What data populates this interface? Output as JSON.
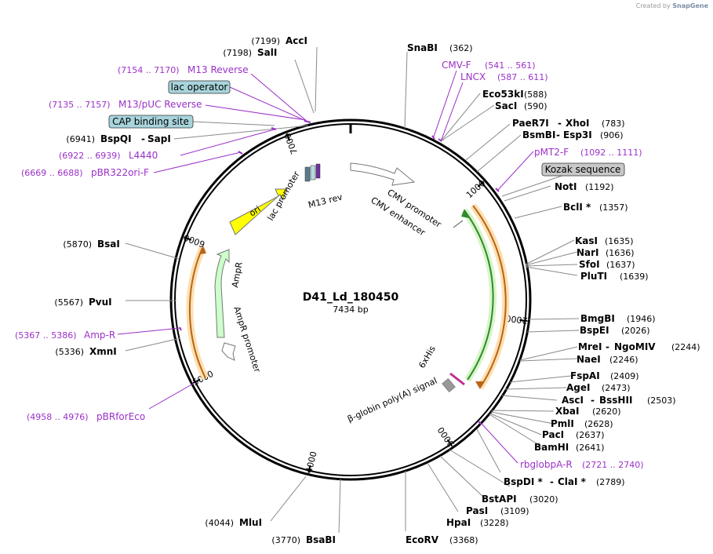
{
  "watermark": {
    "prefix": "Created by",
    "brand": "SnapGene"
  },
  "plasmid": {
    "name": "D41_Ld_180450",
    "size_label": "7434 bp",
    "total_bp": 7434
  },
  "colors": {
    "site_label": "#000000",
    "primer": "#9b30c8",
    "leader": "#8a8a8a",
    "backbone": "#000000"
  },
  "ticks": [
    {
      "bp": 1000,
      "label": "1000"
    },
    {
      "bp": 2000,
      "label": "2000"
    },
    {
      "bp": 3000,
      "label": "3000"
    },
    {
      "bp": 4000,
      "label": "4000"
    },
    {
      "bp": 5000,
      "label": "5000"
    },
    {
      "bp": 6000,
      "label": "6000"
    },
    {
      "bp": 7000,
      "label": "7000"
    }
  ],
  "features": [
    {
      "name": "ori",
      "label": "ori",
      "start": 6100,
      "end": 6680,
      "color": "#ffff00",
      "ring": 0.78,
      "dir": 1
    },
    {
      "name": "AmpR",
      "label": "AmpR",
      "start": 5200,
      "end": 6000,
      "color": "#ccffcc",
      "ring": 0.78,
      "dir": -1
    },
    {
      "name": "AmpR promoter",
      "label": "AmpR promoter",
      "start": 5100,
      "end": 5180,
      "color": "#ffffff",
      "ring": 0.78,
      "dir": -1
    },
    {
      "name": "CMV enhancer",
      "label": "CMV enhancer",
      "start": 60,
      "end": 440,
      "color": "#ffffff",
      "ring": 0.86,
      "dir": 1
    },
    {
      "name": "CMV promoter",
      "label": "CMV promoter",
      "start": 440,
      "end": 640,
      "color": "#ffffff",
      "ring": 0.86,
      "dir": 1
    }
  ],
  "sites": [
    {
      "name": "AccI",
      "pos": "(7199)"
    },
    {
      "name": "SalI",
      "pos": "(7198)"
    },
    {
      "name": "BspQI",
      "name2": "SapI",
      "pos": "(6941)"
    },
    {
      "name": "BsaI",
      "pos": "(5870)"
    },
    {
      "name": "PvuI",
      "pos": "(5567)"
    },
    {
      "name": "XmnI",
      "pos": "(5336)"
    },
    {
      "name": "MluI",
      "pos": "(4044)"
    },
    {
      "name": "BsaBI",
      "pos": "(3770)"
    },
    {
      "name": "EcoRV",
      "pos": "(3368)"
    },
    {
      "name": "HpaI",
      "pos": "(3228)"
    },
    {
      "name": "PasI",
      "pos": "(3109)"
    },
    {
      "name": "BstAPI",
      "pos": "(3020)"
    },
    {
      "name": "BspDI *",
      "name2": "ClaI *",
      "pos": "(2789)"
    },
    {
      "name": "BamHI",
      "pos": "(2641)"
    },
    {
      "name": "PacI",
      "pos": "(2637)"
    },
    {
      "name": "PmlI",
      "pos": "(2628)"
    },
    {
      "name": "XbaI",
      "pos": "(2620)"
    },
    {
      "name": "AscI",
      "name2": "BssHII",
      "pos": "(2503)"
    },
    {
      "name": "AgeI",
      "pos": "(2473)"
    },
    {
      "name": "FspAI",
      "pos": "(2409)"
    },
    {
      "name": "NaeI",
      "pos": "(2246)"
    },
    {
      "name": "MreI",
      "name2": "NgoMIV",
      "pos": "(2244)"
    },
    {
      "name": "BspEI",
      "pos": "(2026)"
    },
    {
      "name": "BmgBI",
      "pos": "(1946)"
    },
    {
      "name": "PluTI",
      "pos": "(1639)"
    },
    {
      "name": "SfoI",
      "pos": "(1637)"
    },
    {
      "name": "NarI",
      "pos": "(1636)"
    },
    {
      "name": "KasI",
      "pos": "(1635)"
    },
    {
      "name": "BclI *",
      "pos": "(1357)"
    },
    {
      "name": "NotI",
      "pos": "(1192)"
    },
    {
      "name": "BsmBI",
      "name2": "Esp3I",
      "pos": "(906)"
    },
    {
      "name": "PaeR7I",
      "name2": "XhoI",
      "pos": "(783)"
    },
    {
      "name": "SacI",
      "pos": "(590)"
    },
    {
      "name": "Eco53kI",
      "pos": "(588)"
    },
    {
      "name": "SnaBI",
      "pos": "(362)"
    }
  ],
  "primers": [
    {
      "name": "M13 Reverse",
      "range": "(7154 .. 7170)"
    },
    {
      "name": "M13/pUC Reverse",
      "range": "(7135 .. 7157)"
    },
    {
      "name": "L4440",
      "range": "(6922 .. 6939)"
    },
    {
      "name": "pBR322ori-F",
      "range": "(6669 .. 6688)"
    },
    {
      "name": "Amp-R",
      "range": "(5367 .. 5386)"
    },
    {
      "name": "pBRforEco",
      "range": "(4958 .. 4976)"
    },
    {
      "name": "CMV-F",
      "range": "(541 .. 561)"
    },
    {
      "name": "LNCX",
      "range": "(587 .. 611)"
    },
    {
      "name": "pMT2-F",
      "range": "(1092 .. 1111)"
    },
    {
      "name": "rbglobpA-R",
      "range": "(2721 .. 2740)"
    }
  ],
  "boxed_labels": [
    {
      "name": "lac operator"
    },
    {
      "name": "CAP binding site"
    },
    {
      "name": "Kozak sequence"
    }
  ],
  "inner_labels": [
    {
      "name": "ori"
    },
    {
      "name": "lac promoter"
    },
    {
      "name": "M13 rev"
    },
    {
      "name": "AmpR"
    },
    {
      "name": "AmpR promoter"
    },
    {
      "name": "CMV promoter"
    },
    {
      "name": "CMV enhancer"
    },
    {
      "name": "6xHis"
    },
    {
      "name": "β-globin poly(A) signal"
    }
  ]
}
